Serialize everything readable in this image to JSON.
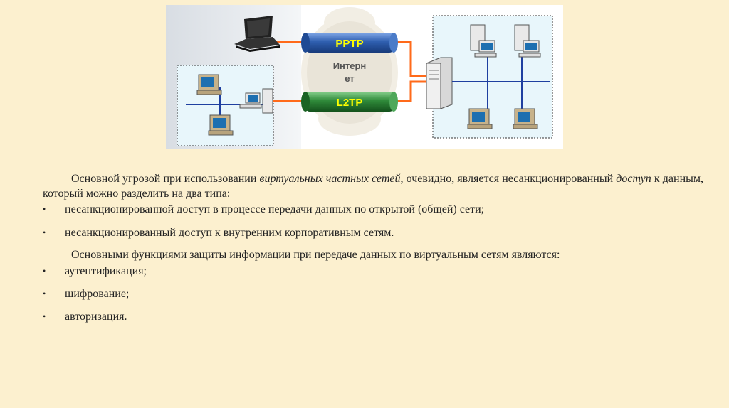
{
  "diagram": {
    "tunnel_top_label": "PPTP",
    "tunnel_bottom_label": "L2TP",
    "cloud_label_line1": "Интерн",
    "cloud_label_line2": "ет",
    "colors": {
      "pptp_tube": "#2f5fb0",
      "l2tp_tube": "#2f8a3a",
      "tube_text": "#ffff00",
      "network_bg": "#e8f6fb",
      "cable": "#ff6a1a"
    }
  },
  "content": {
    "para1_part1": "Основной угрозой при использовании ",
    "para1_italic1": "виртуальных частных сетей",
    "para1_part2": ", очевидно, является несанкционированный ",
    "para1_italic2": "доступ",
    "para1_part3": " к данным, который можно разделить на два типа:",
    "bullets1": [
      "несанкционированной доступ в процессе передачи данных по открытой (общей) сети;",
      "несанкционированный доступ к внутренним корпоративным сетям."
    ],
    "para2": "Основными функциями защиты информации при передаче данных по виртуальным сетям являются:",
    "bullets2": [
      "аутентификация;",
      "шифрование;",
      "авторизация."
    ],
    "bullet_symbol": "•"
  }
}
